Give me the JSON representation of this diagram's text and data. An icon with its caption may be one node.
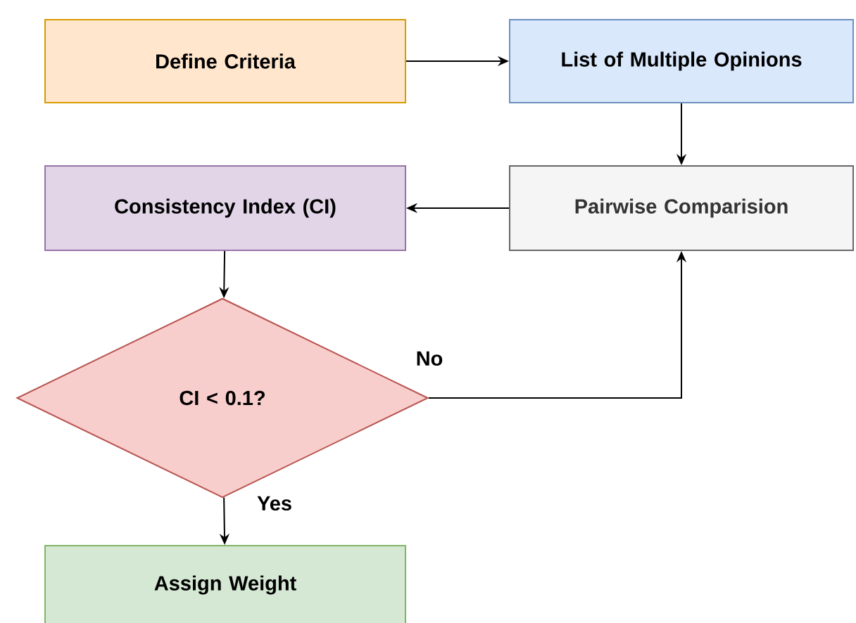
{
  "diagram": {
    "nodes": [
      {
        "text": [
          "Define Criteria"
        ]
      },
      {
        "text": [
          "List of Multiple Opinions"
        ]
      },
      {
        "text": [
          "Pairwise Comparision"
        ]
      },
      {
        "text": [
          "Consistency Index (CI)"
        ]
      },
      {
        "text": [
          "CI < 0.1?"
        ]
      },
      {
        "text": [
          "Assign Weight"
        ]
      }
    ],
    "edges": [
      {
        "from": 0,
        "to": 1,
        "arrow": "to"
      },
      {
        "from": 1,
        "to": 2,
        "arrow": "to"
      },
      {
        "from": 2,
        "to": 3,
        "arrow": "to"
      },
      {
        "from": 3,
        "to": 4,
        "arrow": "to"
      },
      {
        "from": 4,
        "to": 2,
        "arrow": "to",
        "label": "No"
      },
      {
        "from": 4,
        "to": 5,
        "arrow": "to",
        "label": "Yes"
      }
    ]
  }
}
